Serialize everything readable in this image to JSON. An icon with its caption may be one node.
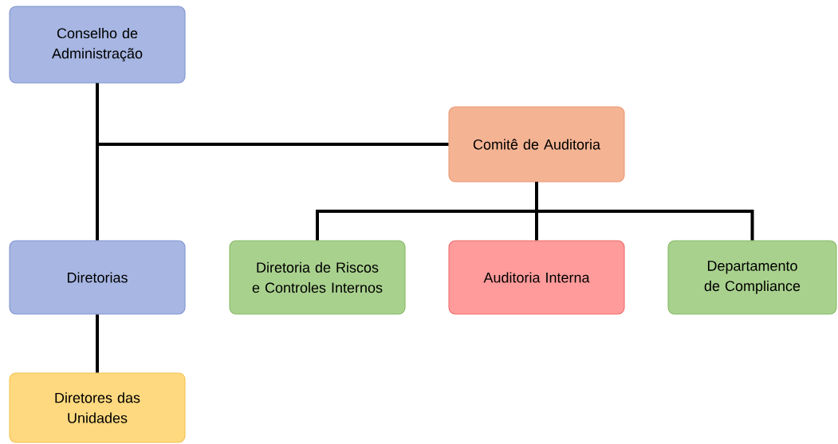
{
  "diagram": {
    "nodes": [
      {
        "text": [
          "Conselho de Administração"
        ]
      },
      {
        "text": [
          "Comitê de Auditoria"
        ]
      },
      {
        "text": [
          "Diretorias"
        ]
      },
      {
        "text": [
          "Diretoria de Riscos e Controles Internos"
        ]
      },
      {
        "text": [
          "Auditoria Interna"
        ]
      },
      {
        "text": [
          "Departamento de Compliance"
        ]
      },
      {
        "text": [
          "Diretores das Unidades"
        ]
      }
    ],
    "edges": [
      {
        "from": 0,
        "to": 2,
        "arrow": "none"
      },
      {
        "from": 0,
        "to": 1,
        "arrow": "none"
      },
      {
        "from": 1,
        "to": 3,
        "arrow": "none"
      },
      {
        "from": 1,
        "to": 4,
        "arrow": "none"
      },
      {
        "from": 1,
        "to": 5,
        "arrow": "none"
      },
      {
        "from": 2,
        "to": 6,
        "arrow": "none"
      }
    ]
  }
}
